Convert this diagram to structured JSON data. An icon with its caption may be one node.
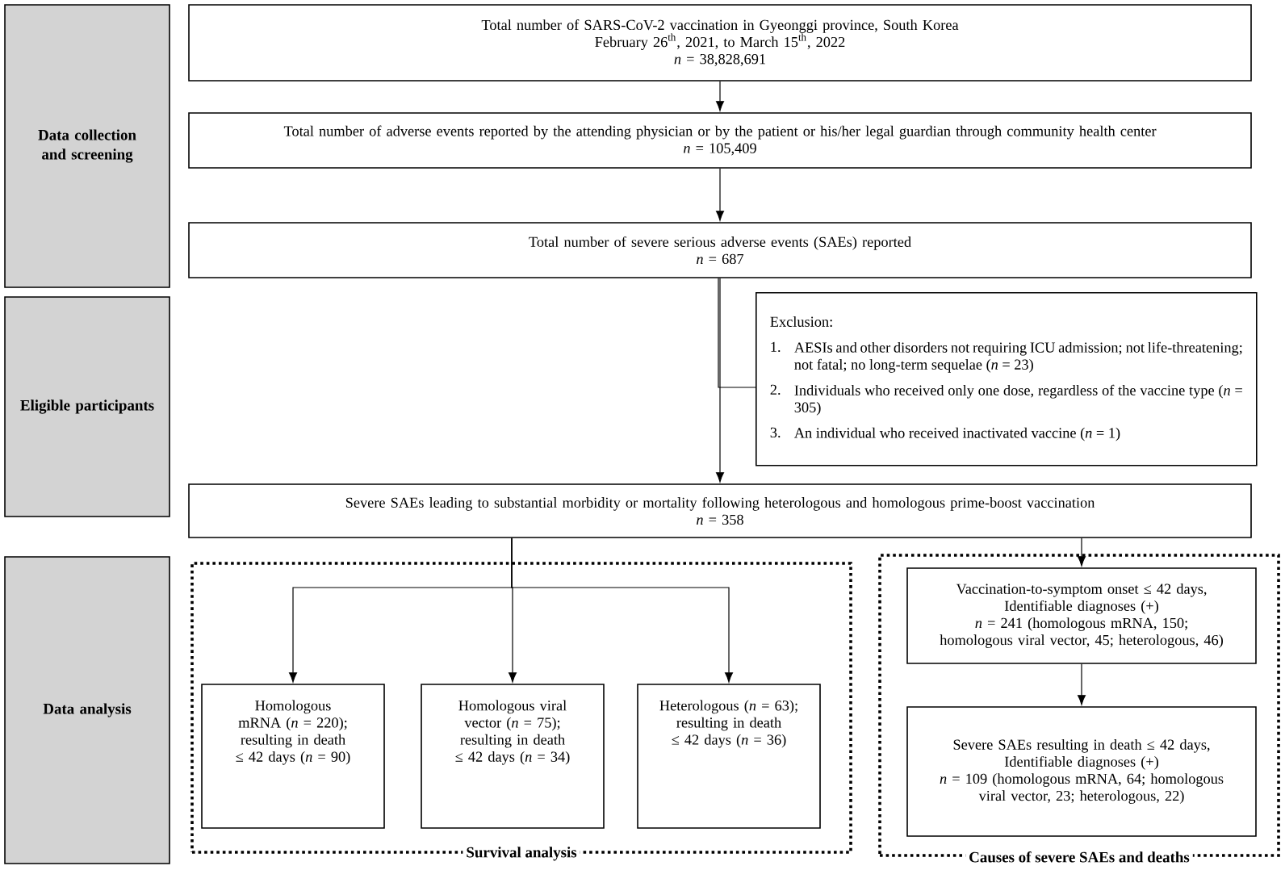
{
  "diagram": {
    "nodes": [
      {
        "text": [
          "Data collection and screening"
        ]
      },
      {
        "text": [
          "Eligible participants"
        ]
      },
      {
        "text": [
          "Data analysis"
        ]
      },
      {
        "text": [
          "Total number of SARS-CoV-2 vaccination in Gyeonggi province, South Korea",
          "February 26$^{th}$, 2021, to March 15$^{th}$, 2022",
          "*n* = 38,828,691"
        ]
      },
      {
        "text": [
          "Total number of adverse events reported by the attending physician or by the patient or his/her legal guardian through community health center",
          "*n* = 105,409"
        ]
      },
      {
        "text": [
          "Total number of severe serious adverse events (SAEs) reported",
          "*n* = 687"
        ]
      },
      {
        "text": [
          "Exclusion:",
          "1.",
          "AESIs and other disorders not requiring ICU admission; not life-threatening; not fatal; no long-term sequelae (*n* = 23)",
          "2.",
          "Individuals who received only one dose, regardless of the vaccine type (*n* = 305)",
          "3.",
          "An individual who received inactivated vaccine (*n* = 1)"
        ]
      },
      {
        "text": [
          "Severe SAEs leading to substantial morbidity or mortality following heterologous and homologous prime-boost vaccination",
          "*n* = 358"
        ]
      },
      {
        "text": [
          "Survival analysis"
        ]
      },
      {
        "text": [
          "Homologous mRNA (*n* = 220);",
          "resulting in death ≤ 42 days (*n* = 90)"
        ],
        "in": 8
      },
      {
        "text": [
          "Homologous viral vector (*n* = 75);",
          "resulting in death ≤ 42 days (*n* = 34)"
        ],
        "in": 8
      },
      {
        "text": [
          "Heterologous (*n* = 63);",
          "resulting in death ≤ 42 days (*n* = 36)"
        ],
        "in": 8
      },
      {
        "text": [
          "Causes of severe SAEs and deaths"
        ]
      },
      {
        "text": [
          "Vaccination-to-symptom onset ≤ 42 days,",
          "Identifiable diagnoses (+)",
          "*n* = 241 (homologous mRNA, 150; homologous viral vector, 45; heterologous, 46)"
        ],
        "in": 12
      },
      {
        "text": [
          "Severe SAEs resulting in death ≤ 42 days,",
          "Identifiable diagnoses (+)",
          "*n* = 109 (homologous mRNA, 64; homologous viral vector, 23; heterologous, 22)"
        ],
        "in": 12
      }
    ],
    "edges": [
      {
        "from": 3,
        "to": 4,
        "arrow": "to"
      },
      {
        "from": 4,
        "to": 5,
        "arrow": "to"
      },
      {
        "from": 5,
        "to": 7,
        "arrow": "to"
      },
      {
        "from": 5,
        "to": 6,
        "arrow": "none"
      },
      {
        "from": 7,
        "to": 9,
        "arrow": "to"
      },
      {
        "from": 7,
        "to": 10,
        "arrow": "to"
      },
      {
        "from": 7,
        "to": 11,
        "arrow": "to"
      },
      {
        "from": 7,
        "to": 13,
        "arrow": "to"
      },
      {
        "from": 13,
        "to": 14,
        "arrow": "to"
      }
    ]
  }
}
